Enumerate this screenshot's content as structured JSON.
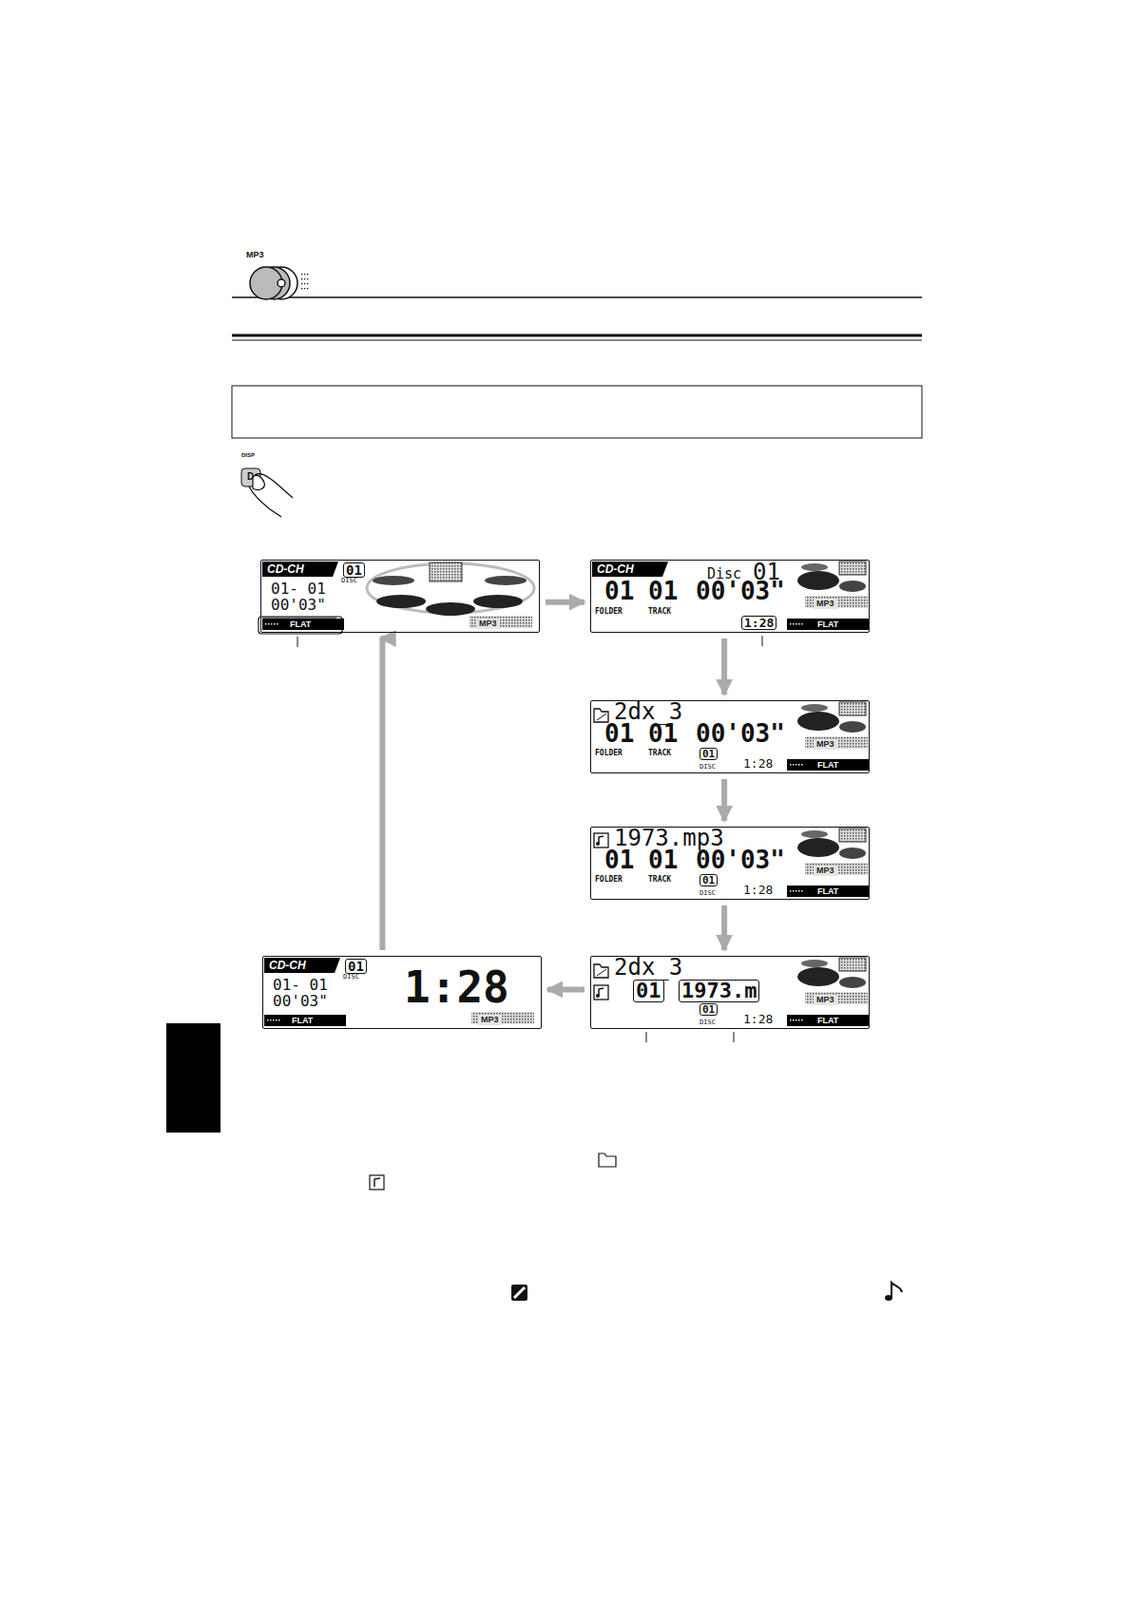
{
  "diagram": {
    "nodes": [
      {
        "text": [
          "CD-CH",
          "01",
          "DISC",
          "01- 01",
          "00'03\"",
          "FLAT",
          "MP3"
        ]
      },
      {
        "text": [
          "CD-CH",
          "Disc",
          "01",
          "01",
          "01",
          "00'03\"",
          "FOLDER",
          "TRACK",
          "1:28",
          "FLAT",
          "MP3"
        ]
      },
      {
        "text": [
          "2dx_3",
          "01",
          "01",
          "00'03\"",
          "FOLDER",
          "TRACK",
          "01",
          "DISC",
          "1:28",
          "FLAT",
          "MP3"
        ]
      },
      {
        "text": [
          "1973.mp3",
          "01",
          "01",
          "00'03\"",
          "FOLDER",
          "TRACK",
          "01",
          "DISC",
          "1:28",
          "FLAT",
          "MP3"
        ]
      },
      {
        "text": [
          "2dx_3",
          "01",
          "1973.m",
          "01",
          "DISC",
          "1:28",
          "FLAT",
          "MP3"
        ]
      },
      {
        "text": [
          "CD-CH",
          "01",
          "DISC",
          "01- 01",
          "00'03\"",
          "1:28",
          "FLAT",
          "MP3"
        ]
      }
    ],
    "edges": [
      {
        "from": 0,
        "to": 1,
        "arrow": "to"
      },
      {
        "from": 1,
        "to": 2,
        "arrow": "to"
      },
      {
        "from": 2,
        "to": 3,
        "arrow": "to"
      },
      {
        "from": 3,
        "to": 4,
        "arrow": "to"
      },
      {
        "from": 4,
        "to": 5,
        "arrow": "to"
      },
      {
        "from": 5,
        "to": 0,
        "arrow": "to"
      }
    ],
    "labels": [
      "MP3",
      "DISP",
      "D"
    ]
  }
}
